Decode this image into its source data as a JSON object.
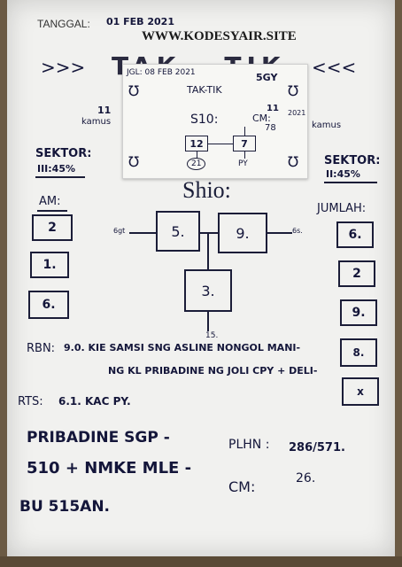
{
  "header": {
    "tanggal_label": "TANGGAL:",
    "tanggal_value": "01 FEB 2021",
    "watermark": "WWW.KODESYAIR.SITE",
    "title_left_arrows": ">>>",
    "title_text": "TAK - TIK",
    "title_right_arrows": "<<<"
  },
  "paper": {
    "date": "JGL: 08 FEB 2021",
    "title": "TAK-TIK",
    "code": "5GY",
    "left_num": "11",
    "left_word": "kamus",
    "right_num": "11",
    "right_year": "2021",
    "right_word": "kamus",
    "sio": "S10:",
    "cm": "CM:",
    "cm_value": "78",
    "box1": "12",
    "box2": "7",
    "circle_left": "21",
    "circle_right": "PY"
  },
  "sektor_left": {
    "label": "SEKTOR:",
    "value": "III:45%"
  },
  "sektor_right": {
    "label": "SEKTOR:",
    "value": "II:45%"
  },
  "shio_label": "Shio:",
  "am": {
    "label": "AM:",
    "values": [
      "2",
      "1.",
      "6."
    ]
  },
  "jumlah": {
    "label": "JUMLAH:",
    "values": [
      "6.",
      "2",
      "9.",
      "8.",
      "x"
    ]
  },
  "center": {
    "box_left": "5.",
    "box_right": "9.",
    "box_bottom": "3.",
    "left_tag": "6gt",
    "right_tag": "6s.",
    "bottom_tag": "15."
  },
  "rbn": {
    "label": "RBN:",
    "line1": "9.0. KIE SAMSI SNG ASLINE NONGOL MANI-",
    "line2": "NG KL PRIBADINE NG JOLI CPY + DELI-"
  },
  "rts": {
    "label": "RTS:",
    "value": "6.1. KAC PY."
  },
  "notes": {
    "line1": "PRIBADINE SGP -",
    "line2": "510 + NMKE MLE -",
    "line3": "BU 515AN."
  },
  "plhn": {
    "label": "PLHN :",
    "value": "286/571."
  },
  "cm_bottom": {
    "label": "CM:",
    "value": "26."
  }
}
